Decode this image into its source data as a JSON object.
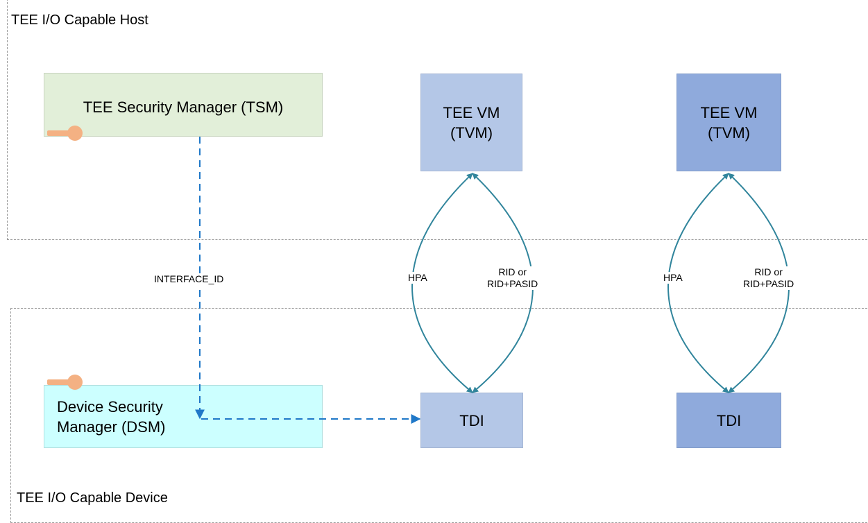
{
  "regions": {
    "host": "TEE I/O Capable Host",
    "device": "TEE I/O Capable Device"
  },
  "nodes": {
    "tsm": "TEE Security Manager (TSM)",
    "dsm": "Device Security\nManager (DSM)",
    "tvm1": "TEE VM\n(TVM)",
    "tvm2": "TEE VM\n(TVM)",
    "tdi1": "TDI",
    "tdi2": "TDI"
  },
  "edges": {
    "interface_id": "INTERFACE_ID",
    "hpa1": "HPA",
    "rid1": "RID or\nRID+PASID",
    "hpa2": "HPA",
    "rid2": "RID or\nRID+PASID"
  },
  "colors": {
    "tsm_fill": "#e2efd9",
    "dsm_fill": "#ccffff",
    "tvm1_fill": "#b4c7e7",
    "tvm2_fill": "#8faadc",
    "tdi1_fill": "#b4c7e7",
    "tdi2_fill": "#8faadc",
    "key": "#f4b183",
    "arc": "#31859c",
    "dashed_arrow": "#1f78c8"
  }
}
